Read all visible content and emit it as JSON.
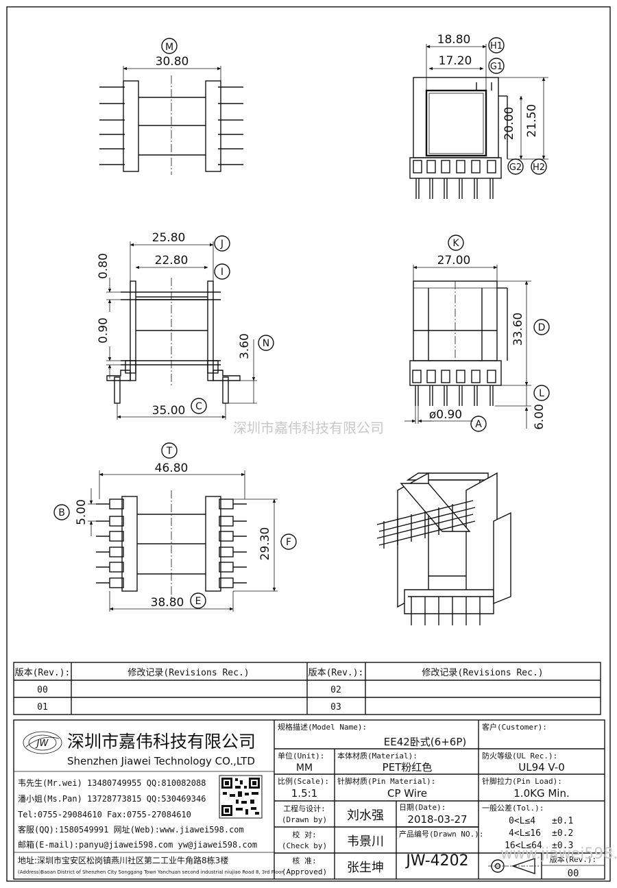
{
  "dimensions": {
    "M": {
      "letter": "M",
      "value": "30.80"
    },
    "H1": {
      "letter": "H1",
      "value": "18.80"
    },
    "G1": {
      "letter": "G1",
      "value": "17.20"
    },
    "G2": {
      "letter": "G2",
      "value": "20.00"
    },
    "H2": {
      "letter": "H2",
      "value": "21.50"
    },
    "J": {
      "letter": "J",
      "value": "25.80"
    },
    "I": {
      "letter": "I",
      "value": "22.80"
    },
    "top_gap": {
      "value": "0.80"
    },
    "mid_gap": {
      "value": "0.90"
    },
    "N": {
      "letter": "N",
      "value": "3.60"
    },
    "C": {
      "letter": "C",
      "value": "35.00"
    },
    "K": {
      "letter": "K",
      "value": "27.00"
    },
    "D": {
      "letter": "D",
      "value": "33.60"
    },
    "L": {
      "letter": "L",
      "value": "6.00"
    },
    "A": {
      "letter": "A",
      "value": "ø0.90"
    },
    "T": {
      "letter": "T",
      "value": "46.80"
    },
    "B": {
      "letter": "B",
      "value": "5.00"
    },
    "F": {
      "letter": "F",
      "value": "29.30"
    },
    "E": {
      "letter": "E",
      "value": "38.80"
    }
  },
  "watermark": {
    "center": "深圳市嘉伟科技有限公司",
    "corner": "www.jiawei598.com"
  },
  "revisions": {
    "header_rev": "版本(Rev.):",
    "header_rec": "修改记录(Revisions Rec.)",
    "rows_left": [
      "00",
      "01"
    ],
    "rows_right": [
      "02",
      "03"
    ]
  },
  "company": {
    "logo_text": "JW",
    "name_cn": "深圳市嘉伟科技有限公司",
    "name_en": "Shenzhen Jiawei Technology CO.,LTD",
    "contacts": [
      "韦先生(Mr.wei) 13480749955 QQ:810082088",
      "潘小姐(Ms.Pan) 13728773815 QQ:530469346",
      "Tel:0755-29084610     Fax:0755-27084610",
      "客服(QQ):1580549991   网址(Web):www.jiawei598.com",
      "邮箱(E-mail):panyu@jiawei598.com  yw@jiawei598.com"
    ],
    "address_cn": "地址:深圳市宝安区松岗镇燕川社区第二工业牛角路8栋3楼",
    "address_en": "(Address)Baoan District of Shenzhen City Songgang Town Yanchuan  second industrial niujiao Road 8, 3rd Floor"
  },
  "title_block": {
    "model_label": "规格描述(Model Name):",
    "model_value": "EE42卧式(6+6P)",
    "customer_label": "客户(Customer):",
    "customer_value": "",
    "unit_label": "单位(Unit):",
    "unit_value": "MM",
    "material_label": "本体材质(Material):",
    "material_value": "PET粉红色",
    "ul_label": "防火等级(UL Rec.):",
    "ul_value": "UL94 V-0",
    "scale_label": "比例(Scale):",
    "scale_value": "1.5:1",
    "pin_label": "针脚材质(Pin Material):",
    "pin_value": "CP Wire",
    "load_label": "针脚拉力(Pin Load):",
    "load_value": "1.0KG Min.",
    "drawn_label_cn": "工程与设计:",
    "drawn_label_en": "(Drawn by)",
    "drawn_value": "刘水强",
    "date_label": "日期(Date):",
    "date_value": "2018-03-27",
    "check_label_cn": "校  对:",
    "check_label_en": "(Check by)",
    "check_value": "韦景川",
    "drawn_no_label": "产品编号(Drawn NO.):",
    "drawn_no_value": "JW-4202",
    "approved_label_cn": "核  准:",
    "approved_label_en": "(Approved)",
    "approved_value": "张生坤",
    "tol_label": "一般公差(Tol.):",
    "tol_rows": [
      {
        "range": "0<L≤4",
        "tol": "±0.1"
      },
      {
        "range": "4<L≤16",
        "tol": "±0.2"
      },
      {
        "range": "16<L≤64",
        "tol": "±0.3"
      }
    ],
    "rev_label": "版本(Rev.):",
    "rev_value": "00"
  }
}
